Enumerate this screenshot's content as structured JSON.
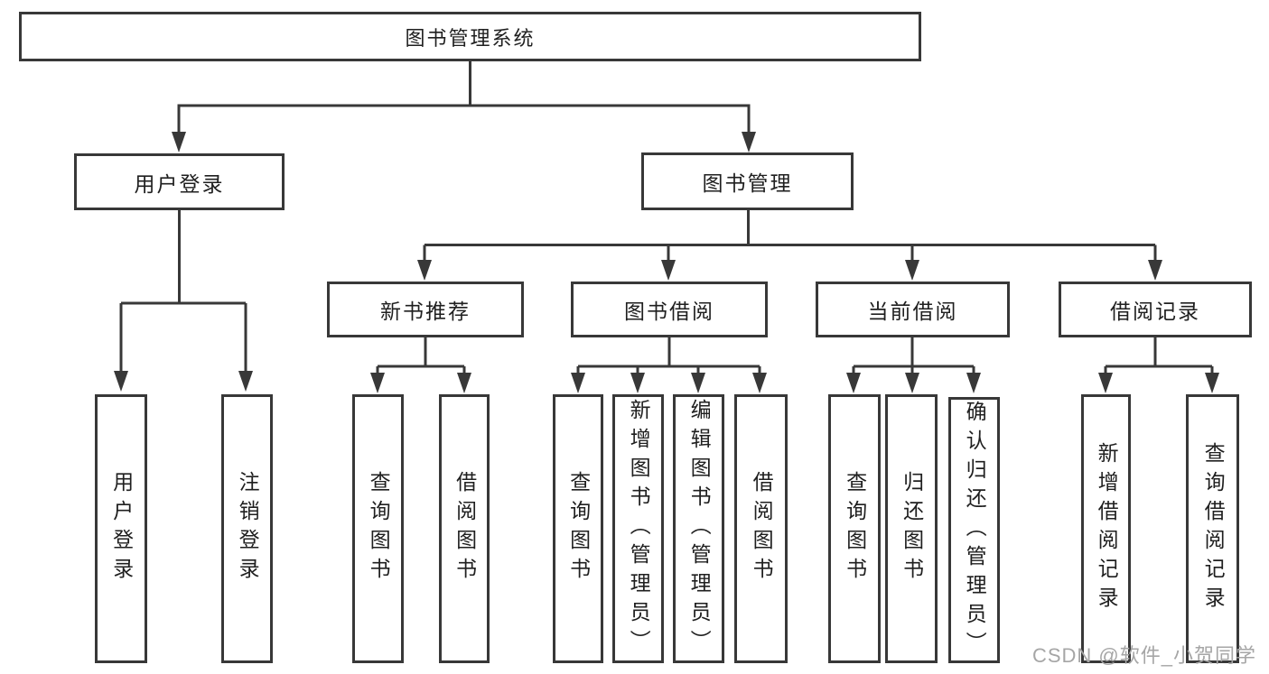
{
  "colors": {
    "line": "#383838",
    "text": "#1f1f1f",
    "bg": "#ffffff",
    "watermark": "#a6a6a6"
  },
  "diagram": {
    "type": "hierarchy-tree",
    "root": {
      "label": "图书管理系统"
    },
    "branches": [
      {
        "label": "用户登录",
        "children": [
          {
            "label": "用户登录"
          },
          {
            "label": "注销登录"
          }
        ]
      },
      {
        "label": "图书管理",
        "children": [
          {
            "label": "新书推荐",
            "children": [
              {
                "label": "查询图书"
              },
              {
                "label": "借阅图书"
              }
            ]
          },
          {
            "label": "图书借阅",
            "children": [
              {
                "label": "查询图书"
              },
              {
                "label": "新增图书（管理员）"
              },
              {
                "label": "编辑图书（管理员）"
              },
              {
                "label": "借阅图书"
              }
            ]
          },
          {
            "label": "当前借阅",
            "children": [
              {
                "label": "查询图书"
              },
              {
                "label": "归还图书"
              },
              {
                "label": "确认归还（管理员）"
              }
            ]
          },
          {
            "label": "借阅记录",
            "children": [
              {
                "label": "新增借阅记录"
              },
              {
                "label": "查询借阅记录"
              }
            ]
          }
        ]
      }
    ]
  },
  "watermark": {
    "text": "CSDN @软件_小贺同学"
  }
}
